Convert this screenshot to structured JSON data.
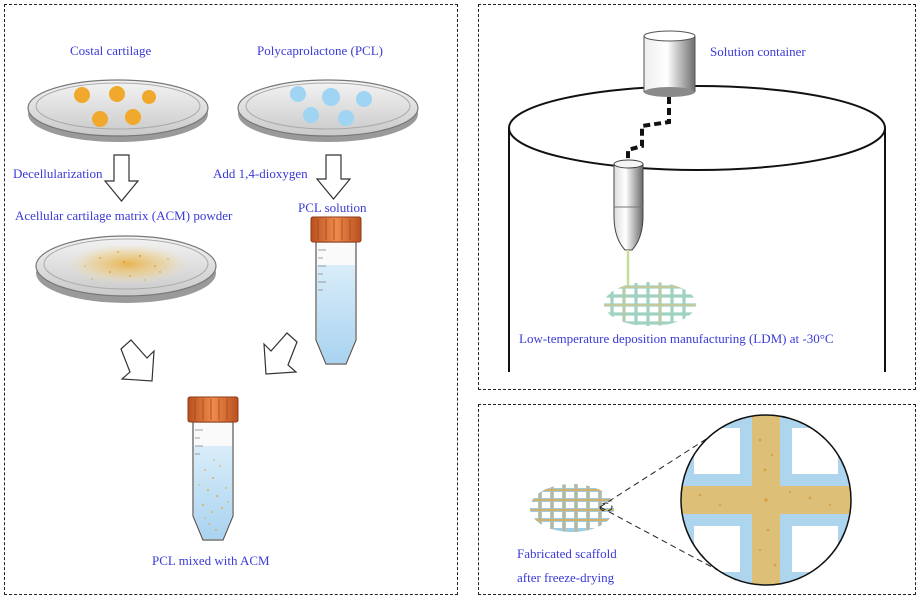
{
  "labels": {
    "costal_cartilage": "Costal cartilage",
    "pcl": "Polycaprolactone (PCL)",
    "decellularization": "Decellularization",
    "add_dioxygen": "Add 1,4-dioxygen",
    "acm_powder": "Acellular cartilage matrix (ACM) powder",
    "pcl_solution": "PCL solution",
    "pcl_mixed": "PCL mixed with ACM",
    "solution_container": "Solution container",
    "ldm": "Low-temperature deposition manufacturing (LDM) at -30°C",
    "fabricated_line1": "Fabricated scaffold",
    "fabricated_line2": "after freeze-drying"
  },
  "colors": {
    "label_text": "#3a3ad6",
    "cartilage_dot": "#f0a92c",
    "pcl_dot": "#9fd4f2",
    "tube_cap": "#d86a2e",
    "solution": "#c3e1f5",
    "acm_particles": "#e8b64a"
  }
}
